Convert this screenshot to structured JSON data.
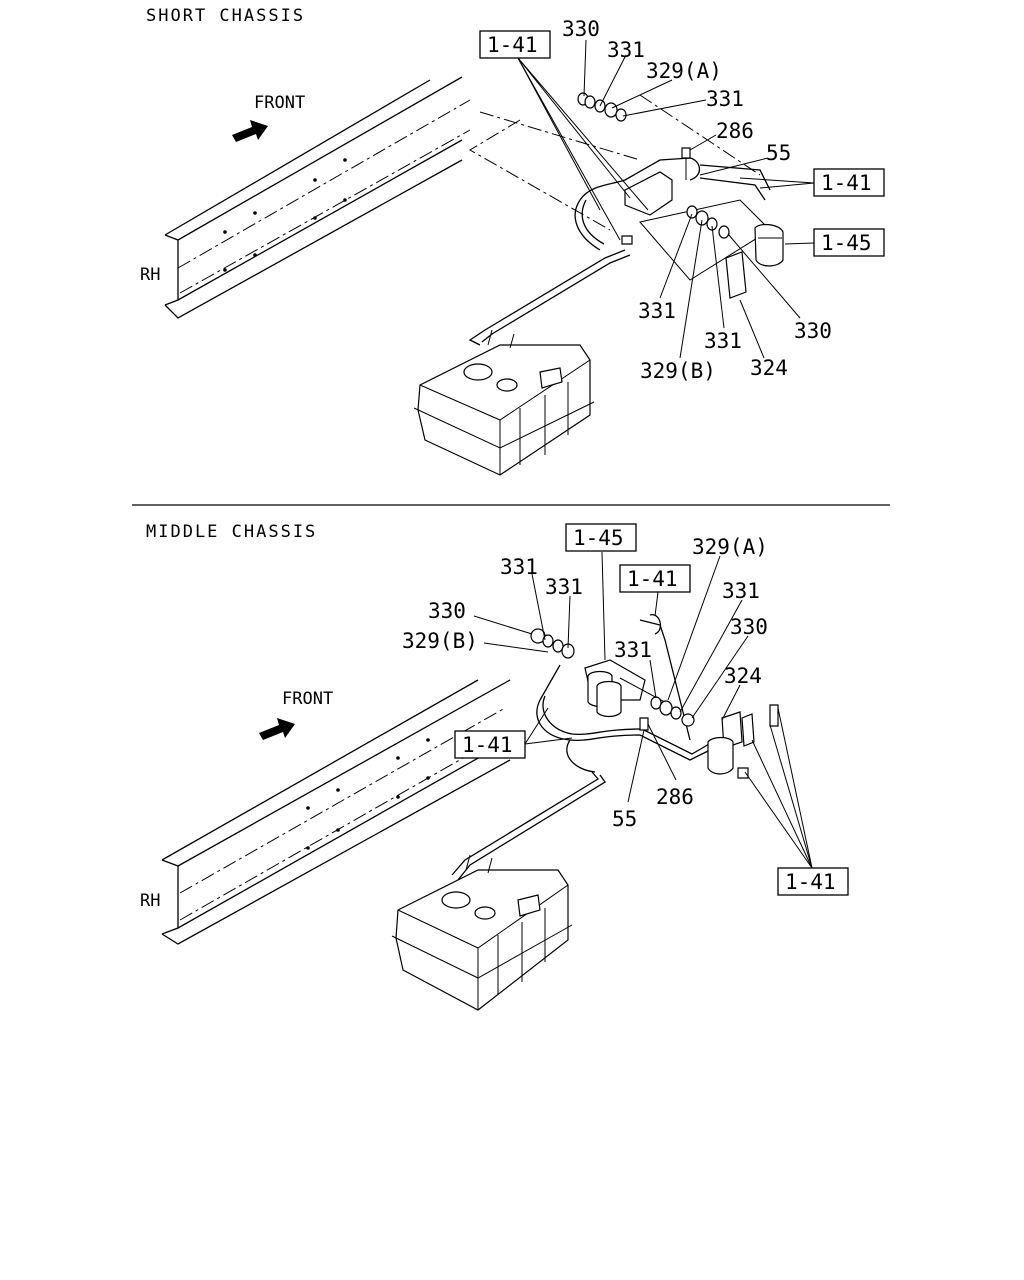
{
  "sections": {
    "short": {
      "title": "SHORT CHASSIS",
      "front": "FRONT",
      "side": "RH",
      "labels": {
        "p330a": "330",
        "p331a": "331",
        "p329a": "329(A)",
        "p331b": "331",
        "p286": "286",
        "p55": "55",
        "p331c": "331",
        "p329b": "329(B)",
        "p331d": "331",
        "p324": "324",
        "p330b": "330"
      },
      "refs": {
        "r141a": "1-41",
        "r141b": "1-41",
        "r145": "1-45"
      }
    },
    "middle": {
      "title": "MIDDLE CHASSIS",
      "front": "FRONT",
      "side": "RH",
      "labels": {
        "p331a": "331",
        "p331b": "331",
        "p330a": "330",
        "p329b": "329(B)",
        "p329a": "329(A)",
        "p331c": "331",
        "p330b": "330",
        "p331d": "331",
        "p324": "324",
        "p286": "286",
        "p55": "55"
      },
      "refs": {
        "r145": "1-45",
        "r141a": "1-41",
        "r141b": "1-41",
        "r141c": "1-41"
      }
    }
  }
}
